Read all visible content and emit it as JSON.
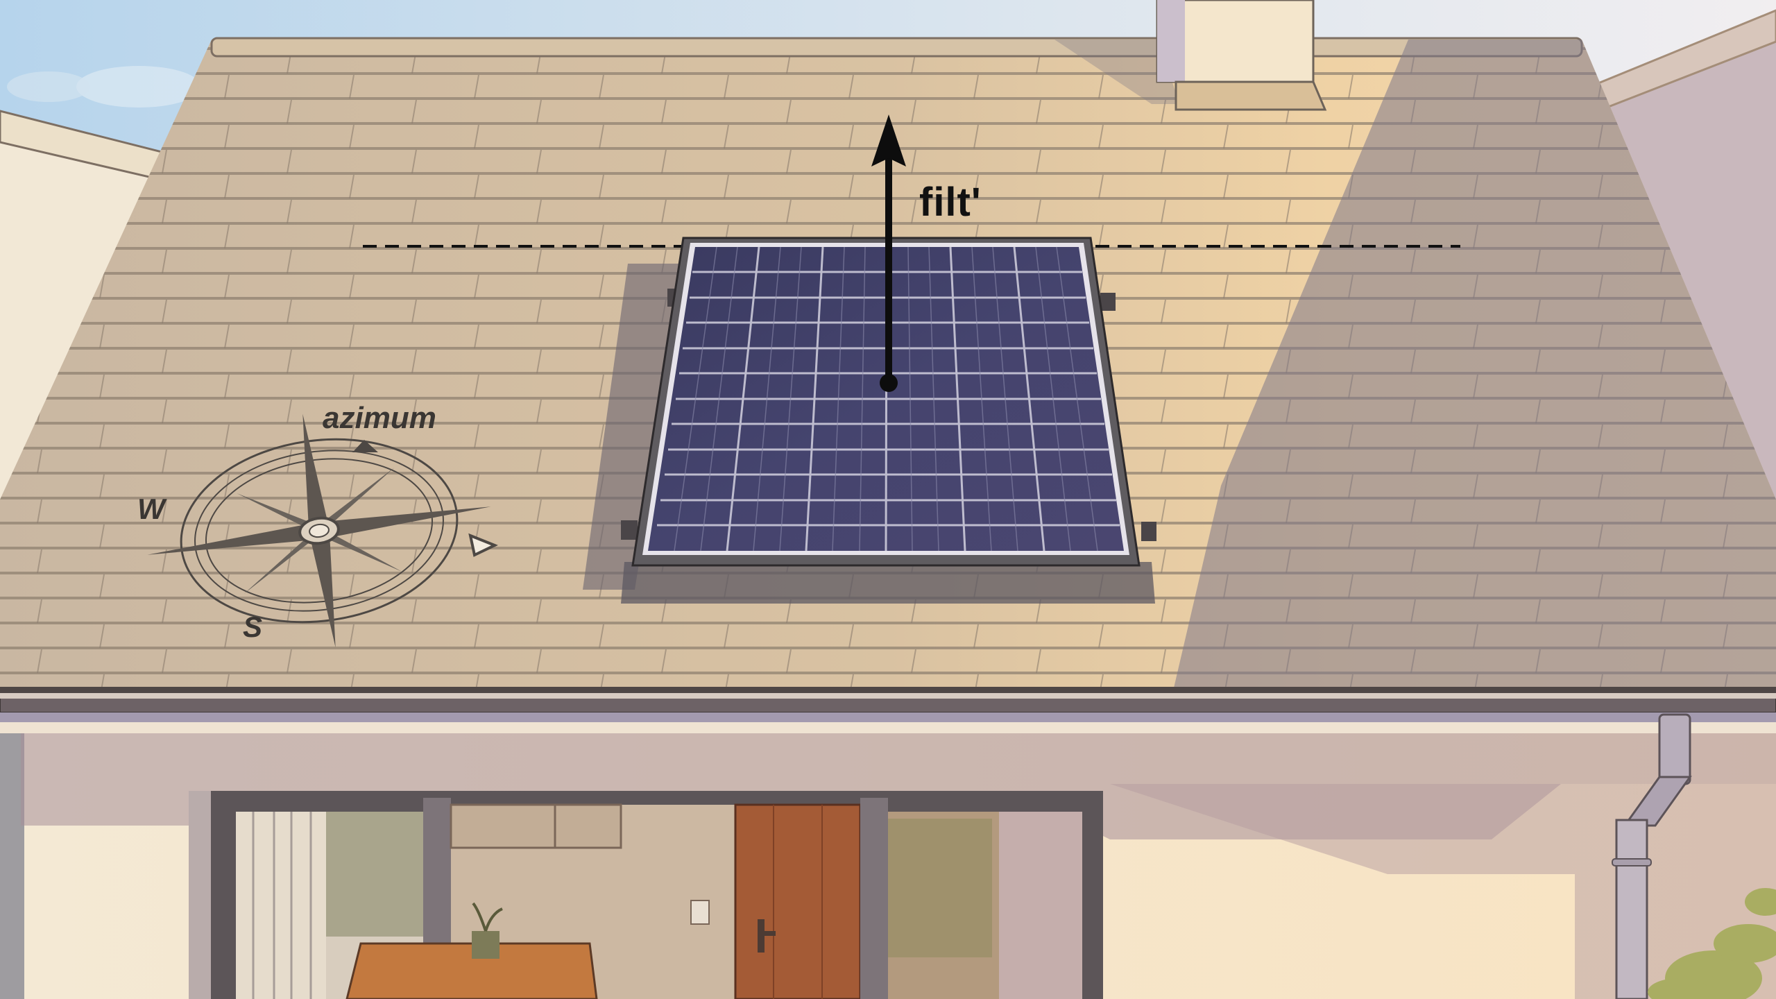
{
  "scene": {
    "description": "Illustrated house roof with a solar panel, tilt arrow and compass rose",
    "colors": {
      "sky": "#bcd7ea",
      "roof_tile": "#cdb9a0",
      "roof_tile_lit": "#e9cfa4",
      "roof_shadow": "#8f8694",
      "panel_cell": "#3d3c63",
      "panel_frame": "#5d5a5e",
      "wall": "#f3e7d0",
      "wall_shadow": "#b7a3a5",
      "door": "#a45b36",
      "arrow": "#0d0d0d"
    }
  },
  "annotations": {
    "tilt_label": "filt'",
    "azimuth_label": "azimum",
    "compass_west": "W",
    "compass_south": "S"
  },
  "solar_panel": {
    "columns": 6,
    "rows": 12
  }
}
